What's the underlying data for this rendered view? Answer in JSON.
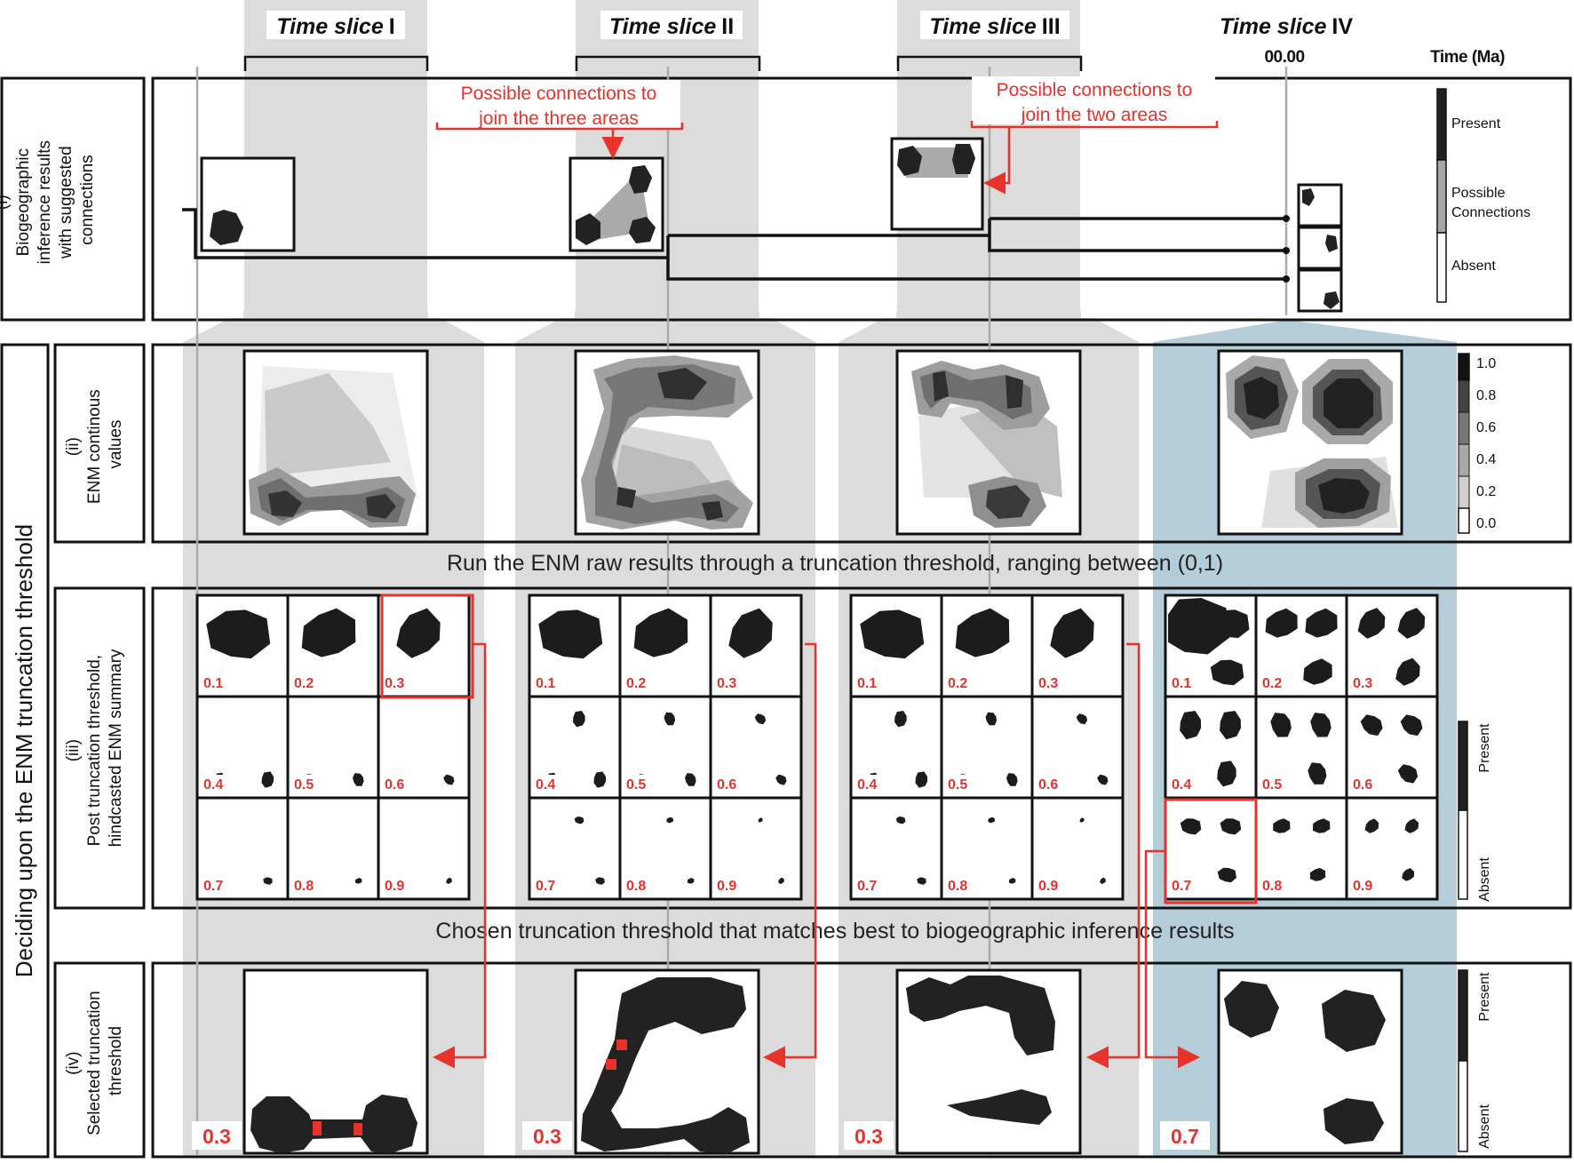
{
  "time_slices": [
    {
      "label": "Time slice",
      "numeral": "I"
    },
    {
      "label": "Time slice",
      "numeral": "II"
    },
    {
      "label": "Time slice",
      "numeral": "III"
    },
    {
      "label": "Time slice",
      "numeral": "IV"
    }
  ],
  "time_axis": {
    "zero_label": "00.00",
    "axis_label": "Time (Ma)"
  },
  "rows": {
    "r1": [
      "(i)",
      "Biogeographic",
      "inference results",
      "with suggested",
      "connections"
    ],
    "r2": [
      "(ii)",
      "ENM continous",
      "values"
    ],
    "r3": [
      "(iii)",
      "Post truncation threshold,",
      "hindcasted ENM summary"
    ],
    "r4": [
      "(iv)",
      "Selected truncation",
      "threshold"
    ]
  },
  "side_label": "Deciding upon the ENM truncation threshold",
  "annotations": {
    "three": [
      "Possible connections to",
      "join the three areas"
    ],
    "two": [
      "Possible connections to",
      "join the two areas"
    ]
  },
  "legend_r1": [
    "Present",
    "Possible",
    "Connections",
    "Absent"
  ],
  "legend_r2_ticks": [
    "1.0",
    "0.8",
    "0.6",
    "0.4",
    "0.2",
    "0.0"
  ],
  "legend_r3": [
    "Present",
    "Absent"
  ],
  "legend_r4": [
    "Present",
    "Absent"
  ],
  "banner_run": "Run the ENM raw results through a truncation threshold, ranging between (0,1)",
  "banner_chosen": "Chosen truncation threshold that matches best to biogeographic inference results",
  "thresholds": [
    "0.1",
    "0.2",
    "0.3",
    "0.4",
    "0.5",
    "0.6",
    "0.7",
    "0.8",
    "0.9"
  ],
  "selected_thresholds": [
    "0.3",
    "0.3",
    "0.3",
    "0.7"
  ],
  "colors": {
    "accent": "#e8322c",
    "shade": "#dcdcdc",
    "blue": "#b5ccd9",
    "dark": "#222222"
  }
}
